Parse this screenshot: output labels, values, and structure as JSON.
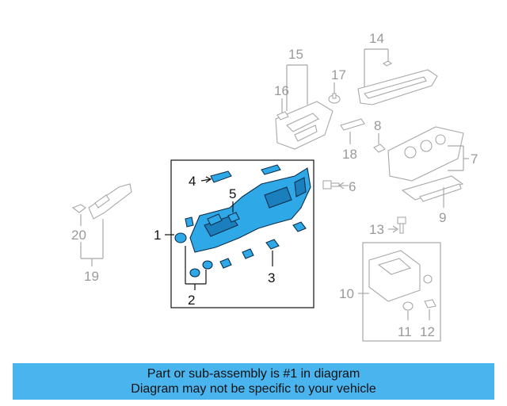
{
  "callouts": {
    "c1": "1",
    "c2": "2",
    "c3": "3",
    "c4": "4",
    "c5": "5",
    "c6": "6",
    "c7": "7",
    "c8": "8",
    "c9": "9",
    "c10": "10",
    "c11": "11",
    "c12": "12",
    "c13": "13",
    "c14": "14",
    "c15": "15",
    "c16": "16",
    "c17": "17",
    "c18": "18",
    "c19": "19",
    "c20": "20"
  },
  "banner": {
    "line1": "Part or sub-assembly is #1 in diagram",
    "line2": "Diagram may not be specific to your vehicle"
  },
  "colors": {
    "highlight": "#2fa8e8",
    "banner": "#4ab4ef",
    "inactive": "#a8a8a8"
  }
}
